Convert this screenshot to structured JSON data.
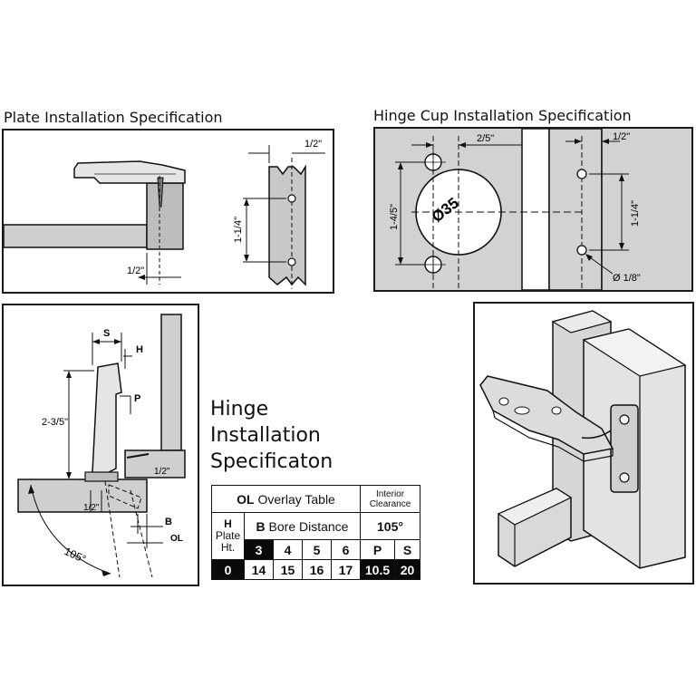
{
  "plate": {
    "title": "Plate Installation Specification",
    "dim_top": "1/2\"",
    "dim_side": "1-1/4\"",
    "dim_bottom": "1/2\""
  },
  "cup": {
    "title": "Hinge Cup Installation Specification",
    "dim_top_left": "2/5\"",
    "dim_top_right": "1/2\"",
    "dim_left": "1-4/5\"",
    "dim_right": "1-1/4\"",
    "cup_diameter": "Ø35",
    "hole_diameter": "Ø 1/8\""
  },
  "side": {
    "label_s": "S",
    "label_h": "H",
    "label_p": "P",
    "dim_height": "2-3/5\"",
    "dim_half_right": "1/2\"",
    "dim_half_bottom": "1/2\"",
    "label_b": "B",
    "label_ol": "OL",
    "angle": "105°"
  },
  "main_title": {
    "line1": "Hinge",
    "line2": "Installation",
    "line3": "Specificaton"
  },
  "table": {
    "title_ol": "OL",
    "title_rest": "Overlay Table",
    "interior": "Interior Clearance",
    "h_label": "H",
    "h_sub": "Plate Ht.",
    "b_label": "B",
    "b_rest": "Bore Distance",
    "angle": "105°",
    "bore_cols": [
      "3",
      "4",
      "5",
      "6"
    ],
    "clear_cols": [
      "P",
      "S"
    ],
    "row_h": "0",
    "row_values": [
      "14",
      "15",
      "16",
      "17"
    ],
    "row_clear": [
      "10.5",
      "20"
    ]
  }
}
